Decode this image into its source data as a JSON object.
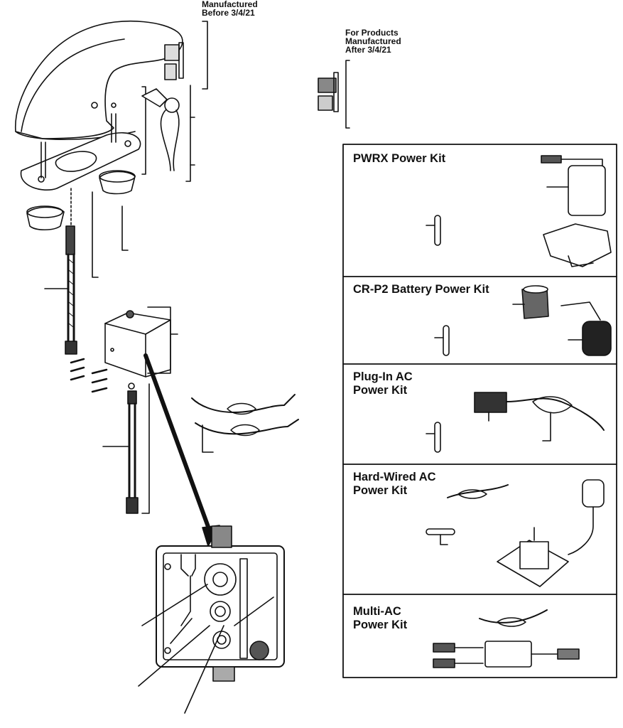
{
  "header_note_before": [
    "Manufactured",
    "Before 3/4/21"
  ],
  "header_note_after": [
    "For Products",
    "Manufactured",
    "After 3/4/21"
  ],
  "kits": [
    {
      "title_lines": [
        "PWRX Power Kit"
      ]
    },
    {
      "title_lines": [
        "CR-P2 Battery Power Kit"
      ]
    },
    {
      "title_lines": [
        "Plug-In AC",
        "Power Kit"
      ]
    },
    {
      "title_lines": [
        "Hard-Wired AC",
        "Power Kit"
      ]
    },
    {
      "title_lines": [
        "Multi-AC",
        "Power Kit"
      ]
    }
  ]
}
